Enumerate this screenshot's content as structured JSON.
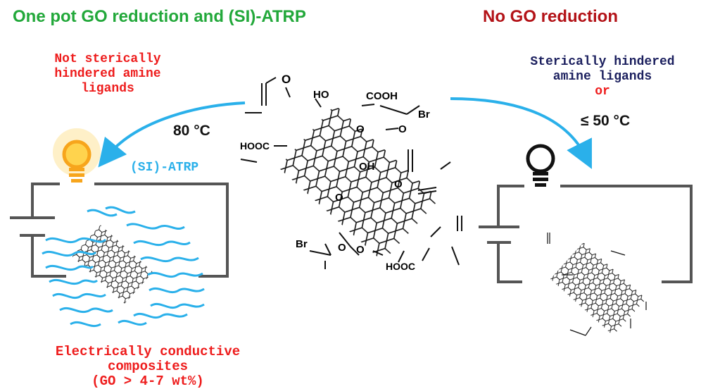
{
  "titles": {
    "left": "One pot GO reduction and (SI)-ATRP",
    "right": "No GO reduction"
  },
  "left_branch": {
    "ligand_line1": "Not sterically",
    "ligand_line2": "hindered amine",
    "ligand_line3": "ligands",
    "temperature": "80 °C",
    "process": "(SI)-ATRP",
    "result_line1": "Electrically conductive composites",
    "result_line2": "(GO > 4-7 wt%)"
  },
  "right_branch": {
    "ligand_line1": "Sterically hindered",
    "ligand_line2": "amine ligands",
    "connector": "or",
    "temperature": "≤ 50 °C"
  },
  "molecule": {
    "groups": {
      "o_top": "O",
      "ho": "HO",
      "cooh_top": "COOH",
      "br_top": "Br",
      "o_ester1": "O",
      "o_ester2": "O",
      "hooc_left": "HOOC",
      "oh_mid": "OH",
      "o_epoxy1": "O",
      "o_epoxy2": "O",
      "br_bottom": "Br",
      "o_bottom1": "O",
      "o_bottom2": "O",
      "hooc_bottom": "HOOC"
    }
  },
  "colors": {
    "green_title": "#22a83a",
    "red_title": "#b31217",
    "red_text": "#ee1c1c",
    "navy_text": "#1b1f5e",
    "arrow_blue": "#2ab0ea",
    "bulb_on": "#f7a51c",
    "bulb_off": "#111111",
    "circuit": "#555555"
  },
  "icons": {
    "lit_bulb": "lightbulb-on-icon",
    "unlit_bulb": "lightbulb-off-icon",
    "battery_left": "battery-icon",
    "battery_right": "battery-icon"
  }
}
